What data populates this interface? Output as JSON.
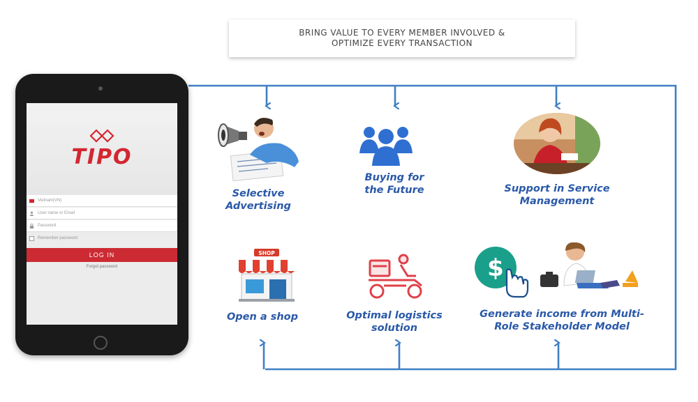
{
  "banner": {
    "line1": "BRING VALUE TO EVERY MEMBER INVOLVED &",
    "line2": "OPTIMIZE EVERY TRANSACTION"
  },
  "tablet": {
    "logo": "TIPO",
    "fields": [
      {
        "icon": "flag-icon",
        "placeholder": "Vietnam(VN)"
      },
      {
        "icon": "user-icon",
        "placeholder": "User name or Email"
      },
      {
        "icon": "lock-icon",
        "placeholder": "Password"
      },
      {
        "icon": "checkbox-icon",
        "placeholder": "Remember password"
      }
    ],
    "login_label": "LOG IN",
    "forgot_label": "Forgot password"
  },
  "features": [
    {
      "id": "selective-advertising",
      "line1": "Selective",
      "line2": "Advertising",
      "icon": "megaphone-man-icon"
    },
    {
      "id": "buying-future",
      "line1": "Buying for",
      "line2": "the Future",
      "icon": "people-group-icon"
    },
    {
      "id": "service-support",
      "line1": "Support in Service",
      "line2": "Management",
      "icon": "service-staff-photo-icon"
    },
    {
      "id": "open-shop",
      "line1": "Open a shop",
      "line2": "",
      "icon": "shop-icon",
      "sign": "SHOP"
    },
    {
      "id": "logistics",
      "line1": "Optimal logistics",
      "line2": "solution",
      "icon": "delivery-scooter-icon"
    },
    {
      "id": "income",
      "line1": "Generate income from Multi-",
      "line2": "Role Stakeholder Model",
      "icon": "dollar-hand-icon"
    }
  ],
  "colors": {
    "line": "#3f7fc4",
    "label": "#2a59a8",
    "brand": "#cc2b33"
  }
}
